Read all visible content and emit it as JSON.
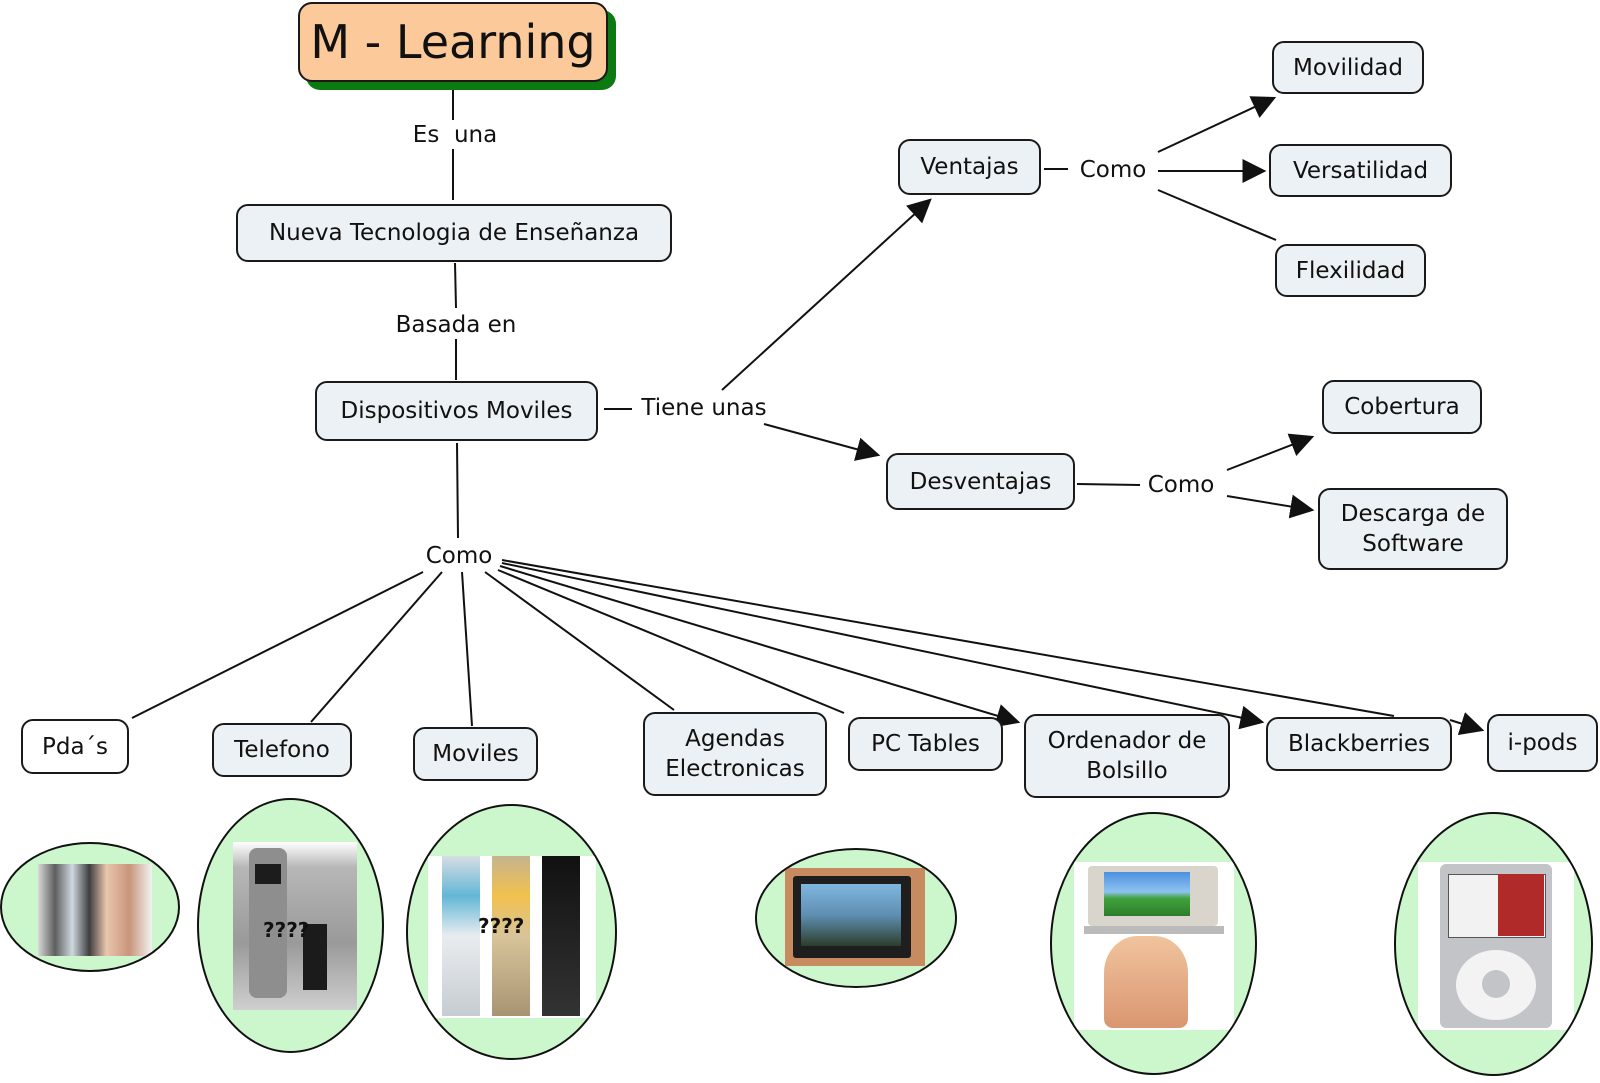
{
  "title": "M - Learning",
  "colors": {
    "title_fill": "#fcc99a",
    "title_shadow": "#0b7a10",
    "node_fill": "#ebf1f4",
    "image_ellipse_fill": "#ccf7cc",
    "line": "#111111"
  },
  "nodes": {
    "nueva": "Nueva Tecnologia de Enseñanza",
    "dispositivos": "Dispositivos Moviles",
    "ventajas": "Ventajas",
    "desventajas": "Desventajas",
    "movilidad": "Movilidad",
    "versatilidad": "Versatilidad",
    "flexilidad": "Flexilidad",
    "cobertura": "Cobertura",
    "descarga": "Descarga de\nSoftware",
    "pdas": "Pda´s",
    "telefono": "Telefono",
    "moviles": "Moviles",
    "agendas": "Agendas\nElectronicas",
    "pc_tables": "PC Tables",
    "ordenador": "Ordenador de\nBolsillo",
    "blackberries": "Blackberries",
    "ipods": "i-pods"
  },
  "linking_phrases": {
    "es_una": "Es  una",
    "basada_en": "Basada en",
    "tiene_unas": "Tiene unas",
    "como_ventajas": "Como",
    "como_desventajas": "Como",
    "como_dispositivos": "Como"
  },
  "images": [
    {
      "id": "pda",
      "depicts": "PDA with stylus in hand"
    },
    {
      "id": "telefono",
      "depicts": "cordless phone with base",
      "overlay_text": "????"
    },
    {
      "id": "moviles",
      "depicts": "three flip mobile phones",
      "overlay_text": "????"
    },
    {
      "id": "pc_tablet",
      "depicts": "tablet PC with stylus"
    },
    {
      "id": "ordenador",
      "depicts": "pocket computer on a hand"
    },
    {
      "id": "ipod",
      "depicts": "iPod classic"
    }
  ]
}
